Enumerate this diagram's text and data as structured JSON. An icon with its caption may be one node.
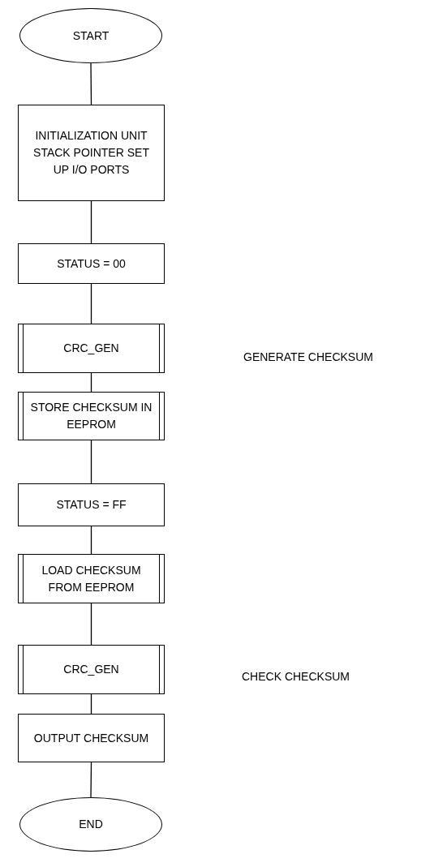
{
  "diagram": {
    "nodes": [
      {
        "text": [
          "START"
        ]
      },
      {
        "text": [
          "INITIALIZATION UNIT STACK POINTER SET UP I/O PORTS"
        ]
      },
      {
        "text": [
          "STATUS = 00"
        ]
      },
      {
        "text": [
          "CRC_GEN"
        ]
      },
      {
        "text": [
          "STORE CHECKSUM IN EEPROM"
        ]
      },
      {
        "text": [
          "STATUS = FF"
        ]
      },
      {
        "text": [
          "LOAD CHECKSUM FROM EEPROM"
        ]
      },
      {
        "text": [
          "CRC_GEN"
        ]
      },
      {
        "text": [
          "OUTPUT CHECKSUM"
        ]
      },
      {
        "text": [
          "END"
        ]
      }
    ],
    "edges": [
      {
        "from": 0,
        "to": 1,
        "arrow": "none"
      },
      {
        "from": 1,
        "to": 2,
        "arrow": "none"
      },
      {
        "from": 2,
        "to": 3,
        "arrow": "none"
      },
      {
        "from": 3,
        "to": 4,
        "arrow": "none"
      },
      {
        "from": 4,
        "to": 5,
        "arrow": "none"
      },
      {
        "from": 5,
        "to": 6,
        "arrow": "none"
      },
      {
        "from": 6,
        "to": 7,
        "arrow": "none"
      },
      {
        "from": 7,
        "to": 8,
        "arrow": "none"
      },
      {
        "from": 8,
        "to": 9,
        "arrow": "none"
      }
    ],
    "labels": [
      "GENERATE CHECKSUM",
      "CHECK CHECKSUM"
    ]
  }
}
